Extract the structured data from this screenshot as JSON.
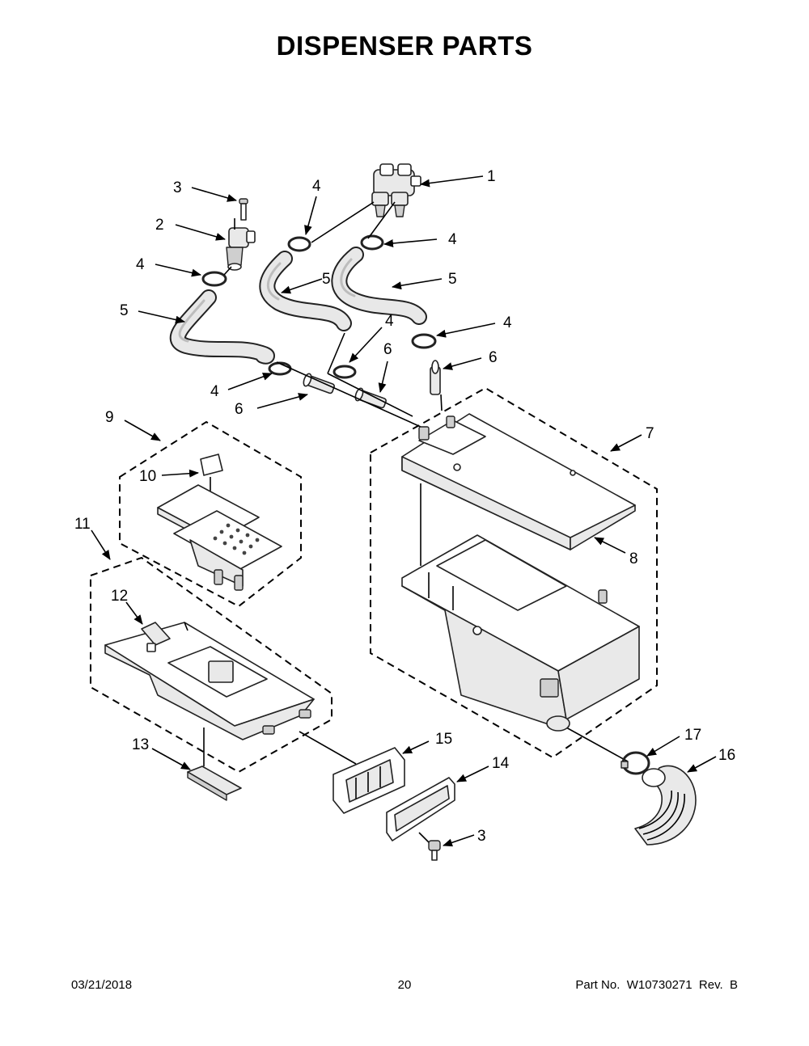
{
  "title": "DISPENSER PARTS",
  "footer": {
    "date": "03/21/2018",
    "page": "20",
    "part_number": "Part No.  W10730271  Rev.  B"
  },
  "callouts": [
    "1",
    "2",
    "3",
    "3",
    "4",
    "4",
    "4",
    "4",
    "4",
    "4",
    "5",
    "5",
    "5",
    "6",
    "6",
    "6",
    "7",
    "8",
    "9",
    "10",
    "11",
    "12",
    "13",
    "14",
    "15",
    "16",
    "17"
  ]
}
